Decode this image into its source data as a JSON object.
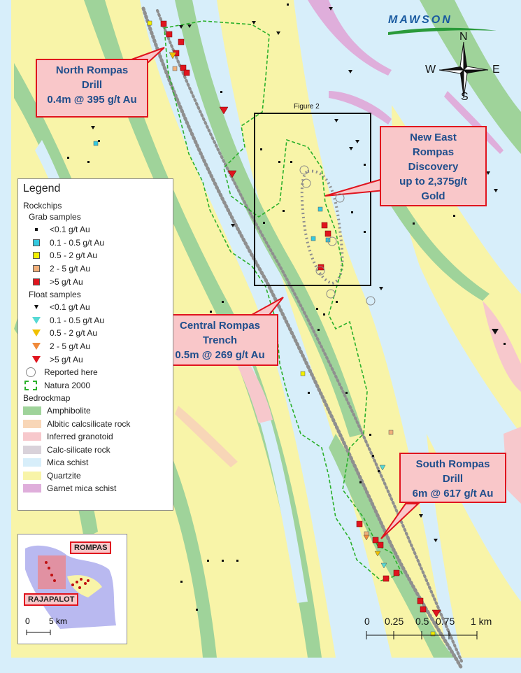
{
  "logo": {
    "text": "MAWSON"
  },
  "compass": {
    "n": "N",
    "s": "S",
    "e": "E",
    "w": "W"
  },
  "figure_box_label": "Figure 2",
  "callouts": {
    "north": [
      "North Rompas",
      "Drill",
      "0.4m @ 395 g/t Au"
    ],
    "east": [
      "New East",
      "Rompas",
      "Discovery",
      "up to 2,375g/t",
      "Gold"
    ],
    "central": [
      "Central Rompas",
      "Trench",
      "0.5m @ 269 g/t Au"
    ],
    "south": [
      "South Rompas",
      "Drill",
      "6m @ 617 g/t Au"
    ]
  },
  "legend": {
    "title": "Legend",
    "rockchips": "Rockchips",
    "grab_title": "Grab samples",
    "grab": [
      {
        "label": "<0.1 g/t Au",
        "color": "#111111"
      },
      {
        "label": "0.1 - 0.5 g/t Au",
        "color": "#33c9e0"
      },
      {
        "label": "0.5 - 2 g/t Au",
        "color": "#f3f000"
      },
      {
        "label": "2 - 5 g/t Au",
        "color": "#f2b07a"
      },
      {
        "label": ">5 g/t Au",
        "color": "#e0141e"
      }
    ],
    "float_title": "Float samples",
    "float": [
      {
        "label": "<0.1 g/t Au",
        "color": "#111111"
      },
      {
        "label": "0.1 - 0.5 g/t Au",
        "color": "#56d9d4"
      },
      {
        "label": "0.5 - 2 g/t Au",
        "color": "#f0c000"
      },
      {
        "label": "2 - 5 g/t Au",
        "color": "#f08a3a"
      },
      {
        "label": ">5 g/t Au",
        "color": "#e0141e"
      }
    ],
    "reported": "Reported here",
    "natura": "Natura 2000",
    "bedrock_title": "Bedrockmap",
    "bedrock": [
      {
        "label": "Amphibolite",
        "color": "#9fd39a"
      },
      {
        "label": "Albitic calcsilicate rock",
        "color": "#f8d6b7"
      },
      {
        "label": "Inferred granotoid",
        "color": "#f7c8cc"
      },
      {
        "label": "Calc-silicate rock",
        "color": "#d9d2da"
      },
      {
        "label": "Mica schist",
        "color": "#d7eefa"
      },
      {
        "label": "Quartzite",
        "color": "#f8f4a8"
      },
      {
        "label": "Garnet mica schist",
        "color": "#dfaedb"
      }
    ]
  },
  "inset": {
    "rompas": "ROMPAS",
    "rajapalot": "RAJAPALOT",
    "scale": "5 km",
    "zero": "0"
  },
  "scale": {
    "ticks": [
      "0",
      "0.25",
      "0.5",
      "0.75",
      "1 km"
    ]
  }
}
